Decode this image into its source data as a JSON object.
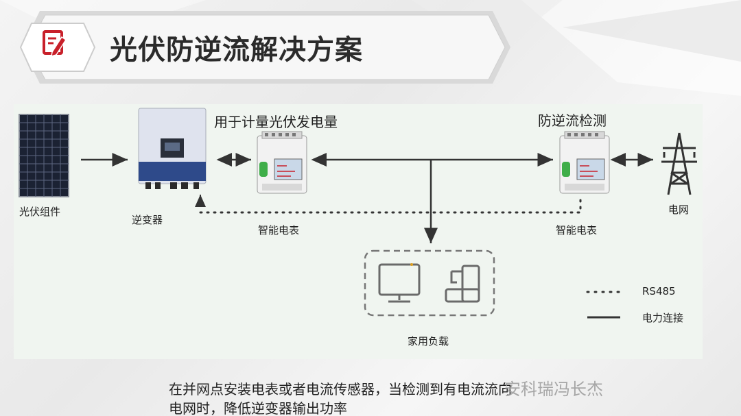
{
  "header": {
    "title": "光伏防逆流解决方案",
    "icon": "edit-icon",
    "accent_color": "#c8202a"
  },
  "diagram": {
    "pv_label": "光伏组件",
    "inverter_label": "逆变器",
    "meter1_top_label": "用于计量光伏发电量",
    "meter1_label": "智能电表",
    "meter2_top_label": "防逆流检测",
    "meter2_label": "智能电表",
    "grid_label": "电网",
    "load_label": "家用负载",
    "legend": {
      "rs485": "RS485",
      "power": "电力连接"
    }
  },
  "footer": {
    "line1": "在并网点安装电表或者电流传感器，当检测到有电流流向",
    "line2": "电网时，降低逆变器输出功率"
  },
  "watermark": "安科瑞冯长杰"
}
